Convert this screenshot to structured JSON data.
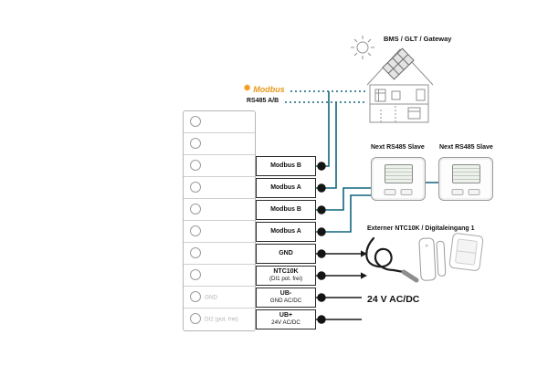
{
  "colors": {
    "wire_modbus": "#11657d",
    "wire_power": "#1a1a1a",
    "modbus_orange": "#f29c1f",
    "sketch_gray": "#919191"
  },
  "top": {
    "bms_label": "BMS / GLT / Gateway",
    "modbus_logo_text": "Modbus",
    "rs485_label": "RS485 A/B"
  },
  "terminal": {
    "left_rows": [
      {
        "label": ""
      },
      {
        "label": ""
      },
      {
        "label": ""
      },
      {
        "label": ""
      },
      {
        "label": ""
      },
      {
        "label": ""
      },
      {
        "label": ""
      },
      {
        "label": ""
      },
      {
        "label": "GND"
      },
      {
        "label": "DI2 (pot. frei)"
      }
    ],
    "connector_boxes": [
      {
        "lines": [
          "Modbus B"
        ]
      },
      {
        "lines": [
          "Modbus A"
        ]
      },
      {
        "lines": [
          "Modbus B"
        ]
      },
      {
        "lines": [
          "Modbus A"
        ]
      },
      {
        "lines": [
          "GND"
        ]
      },
      {
        "lines": [
          "NTC10K",
          "(DI1 pot. frei)"
        ]
      },
      {
        "lines": [
          "UB-",
          "GND AC/DC"
        ]
      },
      {
        "lines": [
          "UB+",
          "24V AC/DC"
        ]
      }
    ]
  },
  "devices": {
    "slave1_label": "Next RS485 Slave",
    "slave2_label": "Next RS485 Slave"
  },
  "sensors": {
    "label": "Externer NTC10K / Digitaleingang 1"
  },
  "power_label": "24 V AC/DC"
}
